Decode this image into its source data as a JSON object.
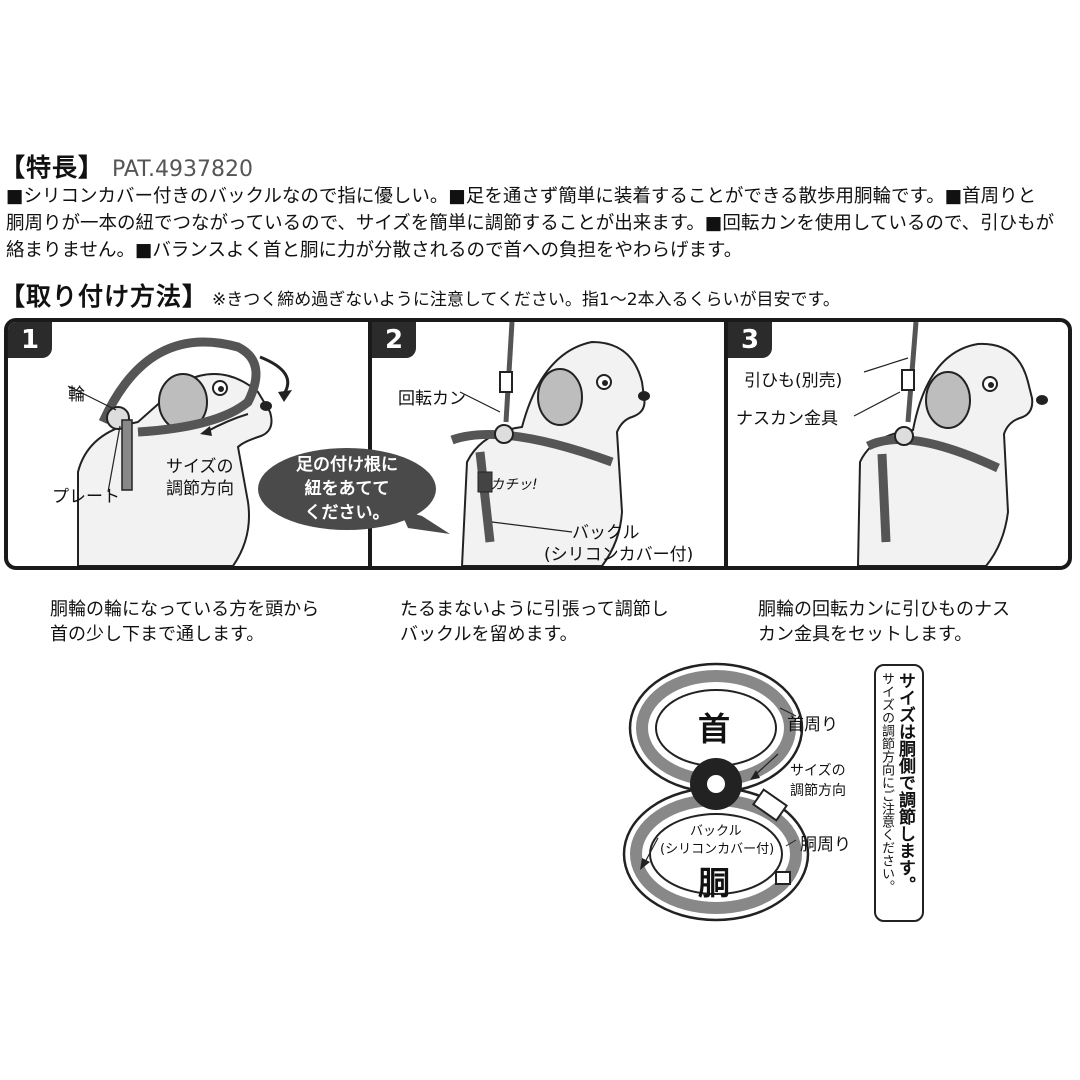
{
  "features": {
    "heading": "【特長】",
    "patent": "PAT.4937820",
    "lines": [
      "■シリコンカバー付きのバックルなので指に優しい。■足を通さず簡単に装着することができる散歩用胴輪です。■首周りと",
      "胴周りが一本の紐でつながっているので、サイズを簡単に調節することが出来ます。■回転カンを使用しているので、引ひもが",
      "絡まりません。■バランスよく首と胴に力が分散されるので首への負担をやわらげます。"
    ]
  },
  "howto": {
    "heading": "【取り付け方法】",
    "note": "※きつく締め過ぎないように注意してください。指1～2本入るくらいが目安です。"
  },
  "steps": [
    {
      "number": "1",
      "labels": {
        "ring": "輪",
        "plate": "プレート",
        "adjust_1": "サイズの",
        "adjust_2": "調節方向"
      },
      "caption_1": "胴輪の輪になっている方を頭から",
      "caption_2": "首の少し下まで通します。"
    },
    {
      "number": "2",
      "labels": {
        "swivel": "回転カン",
        "click": "カチッ!",
        "buckle": "バックル",
        "buckle_sub": "(シリコンカバー付)"
      },
      "bubble": [
        "足の付け根に",
        "紐をあてて",
        "ください。"
      ],
      "caption_1": "たるまないように引張って調節し",
      "caption_2": "バックルを留めます。"
    },
    {
      "number": "3",
      "labels": {
        "leash": "引ひも(別売)",
        "snap": "ナスカン金具"
      },
      "caption_1": "胴輪の回転カンに引ひものナス",
      "caption_2": "カン金具をセットします。"
    }
  ],
  "diagram": {
    "neck_char": "首",
    "body_char": "胴",
    "neck_label": "首周り",
    "body_label": "胴周り",
    "adjust_1": "サイズの",
    "adjust_2": "調節方向",
    "buckle_1": "バックル",
    "buckle_2": "(シリコンカバー付)"
  },
  "size_note": {
    "line_1": "サイズは胴側で調節します。",
    "line_2": "サイズの調節方向にご注意ください。"
  }
}
